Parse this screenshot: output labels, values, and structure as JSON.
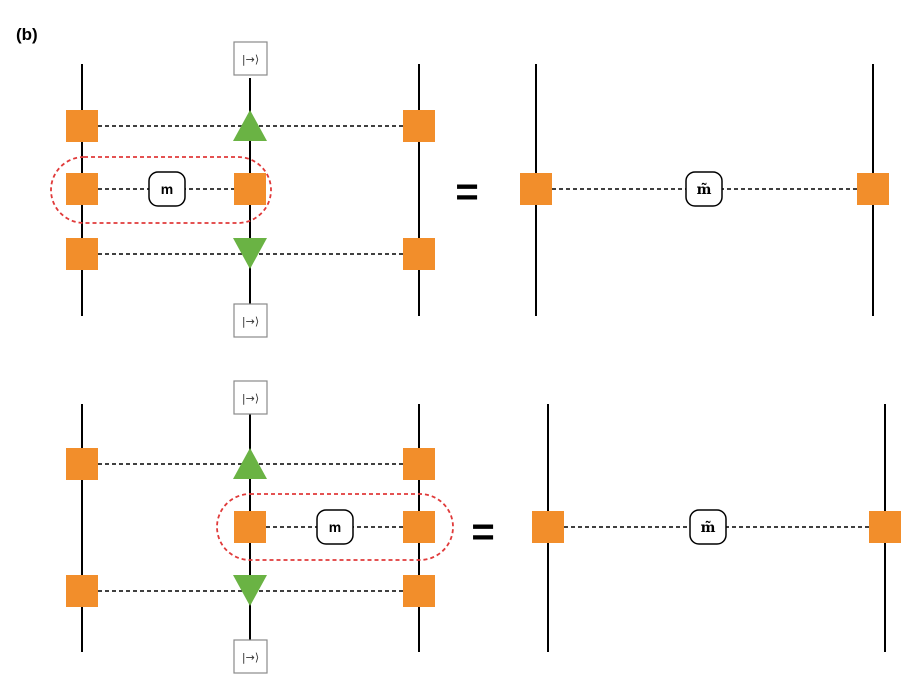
{
  "panel": {
    "label": "(b)"
  },
  "colors": {
    "tensor": "#f28e2b",
    "projector": "#6ab344",
    "highlight": "#e03a3a",
    "wire": "#000000"
  },
  "ket_state": "|→⟩",
  "operators": {
    "plain": "m",
    "tilde": "m̃"
  },
  "equals_sign": "=",
  "rows": [
    {
      "id": "top",
      "ket_top": "|→⟩",
      "ket_bottom": "|→⟩",
      "lhs_operator": "m",
      "equals": "=",
      "rhs_operator": "m̃"
    },
    {
      "id": "bottom",
      "ket_top": "|→⟩",
      "ket_bottom": "|→⟩",
      "lhs_operator": "m",
      "equals": "=",
      "rhs_operator": "m̃"
    }
  ]
}
